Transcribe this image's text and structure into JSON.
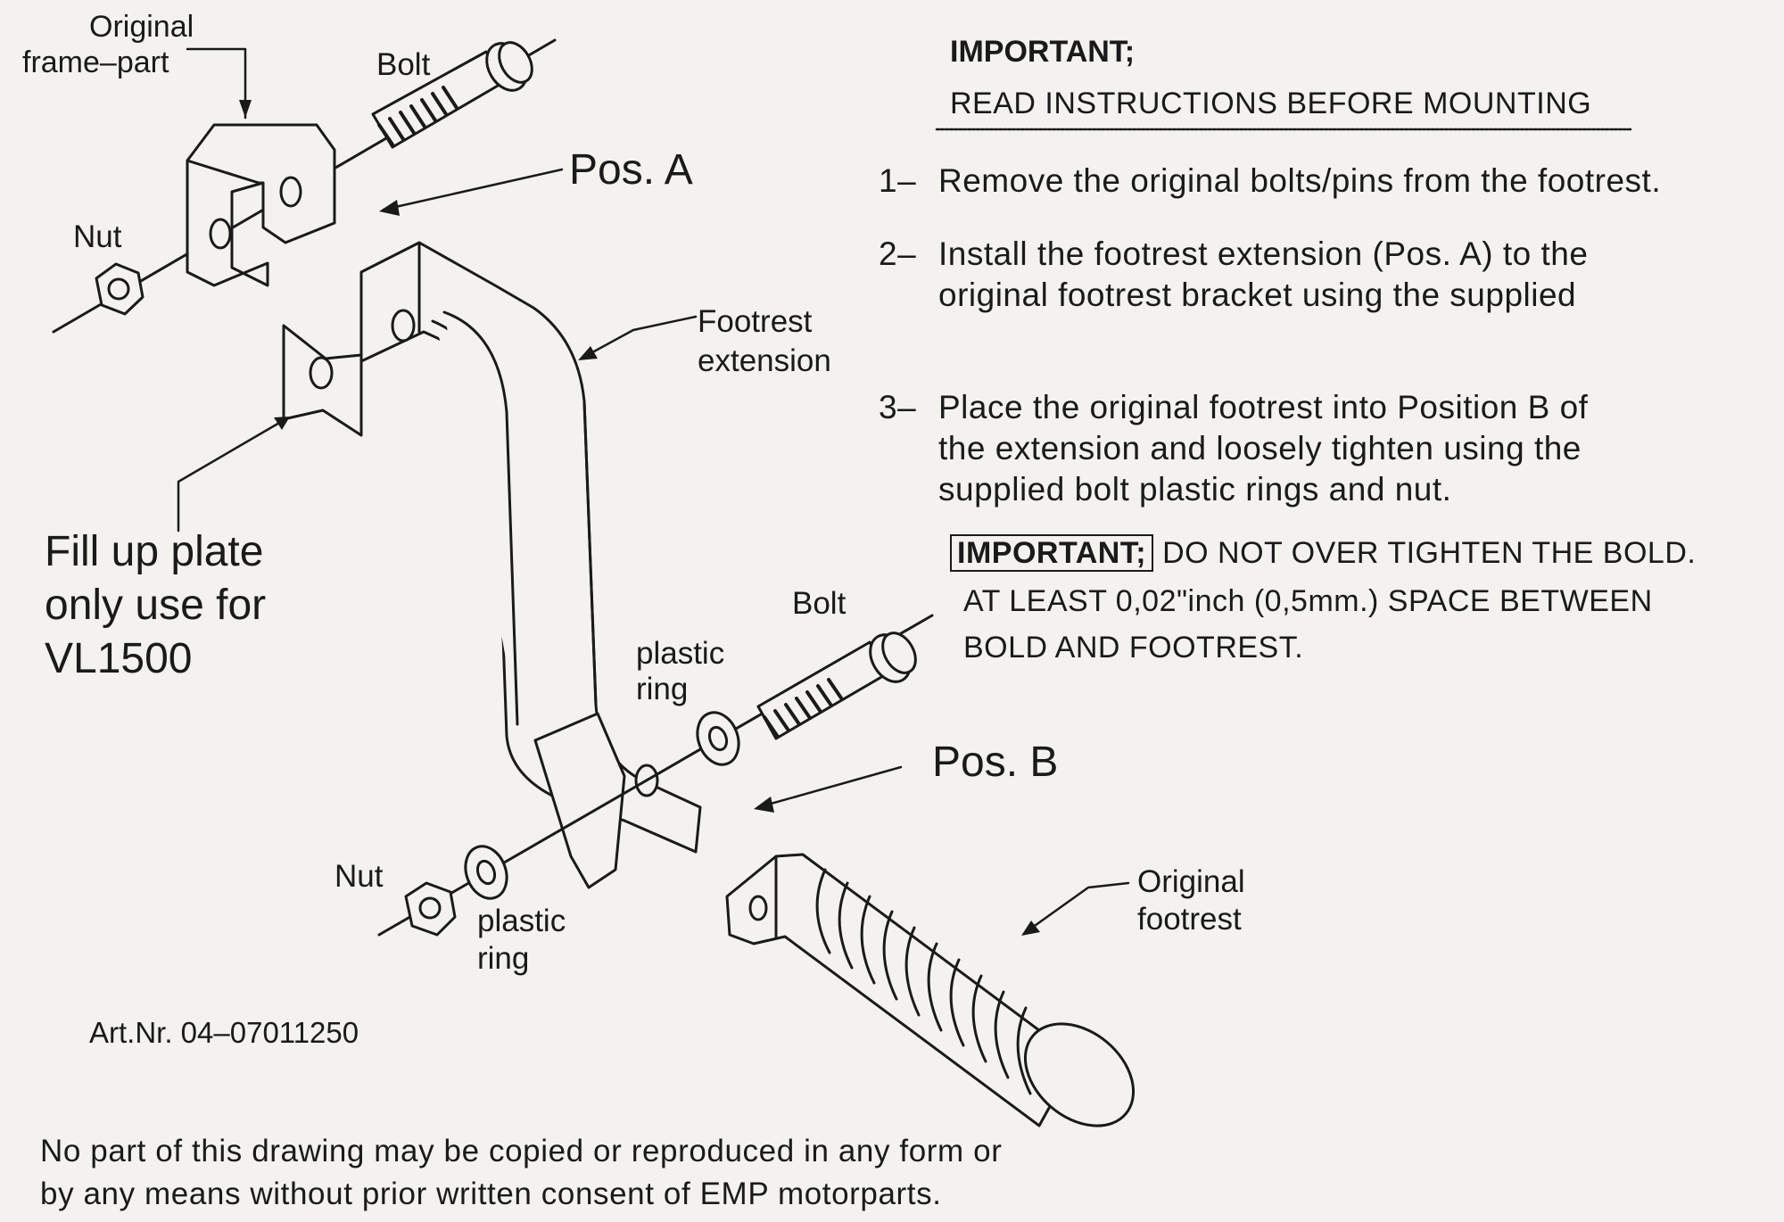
{
  "header": {
    "important": "IMPORTANT;",
    "read_instructions": "READ INSTRUCTIONS BEFORE MOUNTING"
  },
  "steps": [
    {
      "number": "1–",
      "text": "Remove the original bolts/pins from the footrest."
    },
    {
      "number": "2–",
      "text": "Install the footrest extension (Pos. A) to the\noriginal footrest bracket using the supplied"
    },
    {
      "number": "3–",
      "text": "Place the original footrest into Position B of\nthe extension and loosely tighten using the\nsupplied bolt plastic rings and nut."
    }
  ],
  "warning": {
    "label": "IMPORTANT;",
    "line1": "DO NOT OVER TIGHTEN THE BOLD.",
    "line2": "AT LEAST 0,02\"inch (0,5mm.) SPACE BETWEEN",
    "line3": "BOLD AND FOOTREST."
  },
  "labels": {
    "original_frame_part_1": "Original",
    "original_frame_part_2": "frame–part",
    "bolt_top": "Bolt",
    "nut_top": "Nut",
    "pos_a": "Pos.  A",
    "footrest_extension_1": "Footrest",
    "footrest_extension_2": "extension",
    "fill_up_1": "Fill up plate",
    "fill_up_2": "only use for",
    "fill_up_3": "VL1500",
    "bolt_bottom": "Bolt",
    "plastic_ring_top_1": "plastic",
    "plastic_ring_top_2": "ring",
    "pos_b": "Pos.  B",
    "nut_bottom": "Nut",
    "plastic_ring_bottom_1": "plastic",
    "plastic_ring_bottom_2": "ring",
    "original_footrest_1": "Original",
    "original_footrest_2": "footrest"
  },
  "article_number": "Art.Nr.  04–07011250",
  "copyright": {
    "line1": "No part of this drawing may be copied or reproduced in any form or",
    "line2": "by any means without prior written consent of EMP motorparts."
  },
  "colors": {
    "paper": "#f3f2ee",
    "ink": "#1a1a1a"
  }
}
